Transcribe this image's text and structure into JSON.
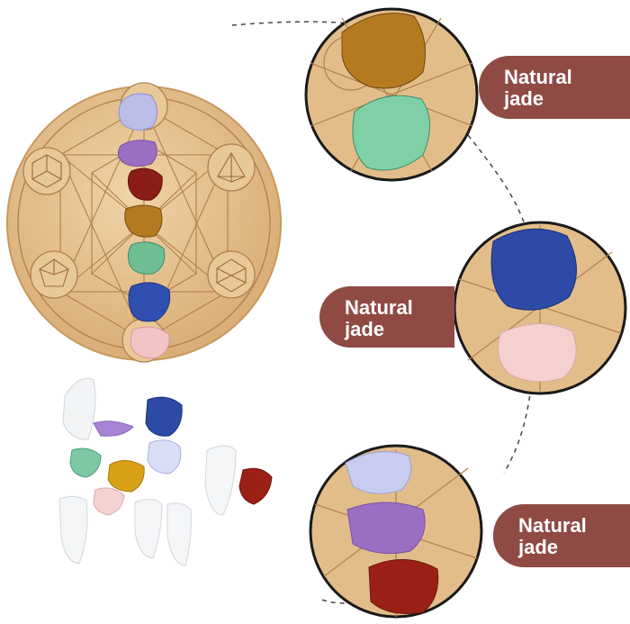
{
  "labels": [
    {
      "line1": "Natural",
      "line2": "jade"
    },
    {
      "line1": "Natural",
      "line2": "jade"
    },
    {
      "line1": "Natural",
      "line2": "jade"
    }
  ],
  "colors": {
    "label_bg": "#8f4a44",
    "wood": "#e4bf8f",
    "engraving": "#b07f4d",
    "background": "#ffffff"
  },
  "stones": [
    "lavender-agate",
    "amethyst",
    "red-jasper",
    "tiger-eye",
    "green-aventurine",
    "lapis-lazuli",
    "rose-quartz",
    "clear-quartz"
  ]
}
